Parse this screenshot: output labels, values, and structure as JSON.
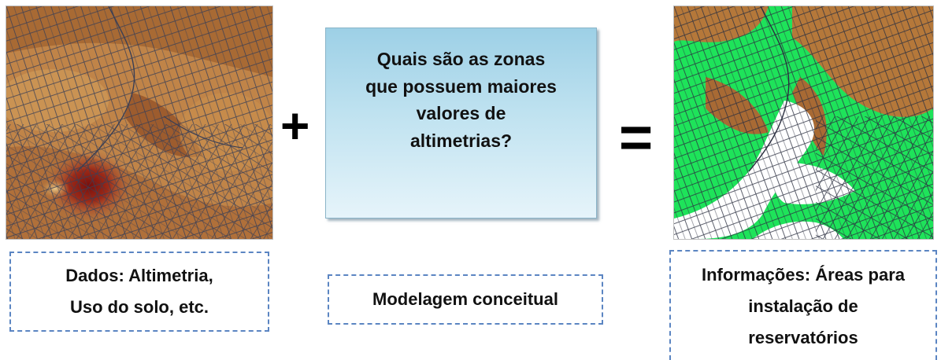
{
  "maps": {
    "left": {
      "name": "map-altimetria",
      "base_color": "#b5783a",
      "peak_color": "#8b1a12",
      "outline_color": "#3a3f55"
    },
    "right": {
      "name": "map-areas-reservatorios",
      "base_color": "#b5783a",
      "highlight_color": "#1ee35a",
      "gap_color": "#ffffff",
      "outline_color": "#2b2f40"
    }
  },
  "operators": {
    "plus": "+",
    "equals": "="
  },
  "question": {
    "lines": [
      "Quais são as zonas",
      "que possuem maiores",
      "valores de",
      "altimetrias?"
    ],
    "background": "#bfe2f0"
  },
  "captions": {
    "left": [
      "Dados: Altimetria,",
      "Uso do solo, etc."
    ],
    "middle": [
      "Modelagem conceitual"
    ],
    "right": [
      "Informações: Áreas para",
      "instalação de",
      "reservatórios"
    ],
    "border_color": "#5b85c2"
  }
}
